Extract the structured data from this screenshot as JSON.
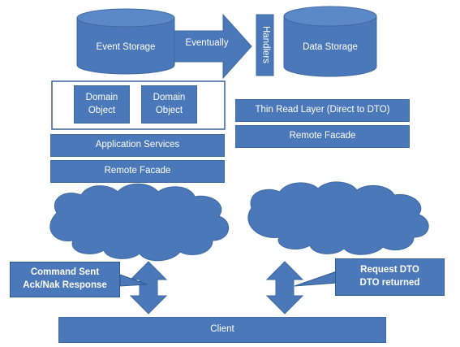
{
  "top": {
    "event_storage": "Event Storage",
    "eventually": "Eventually",
    "handlers": "Handlers",
    "data_storage": "Data Storage"
  },
  "write_side": {
    "domain_object_1": "Domain\nObject",
    "domain_object_2": "Domain\nObject",
    "application_services": "Application Services",
    "remote_facade": "Remote Facade"
  },
  "read_side": {
    "thin_read_layer": "Thin Read Layer (Direct to DTO)",
    "remote_facade": "Remote Facade"
  },
  "callouts": {
    "command": "Command Sent\nAck/Nak Response",
    "request": "Request DTO\nDTO returned"
  },
  "client": "Client",
  "colors": {
    "shape_fill": "#4a78b8",
    "shape_stroke": "#3f6aa3",
    "text": "#ffffff",
    "background": "#ffffff"
  }
}
